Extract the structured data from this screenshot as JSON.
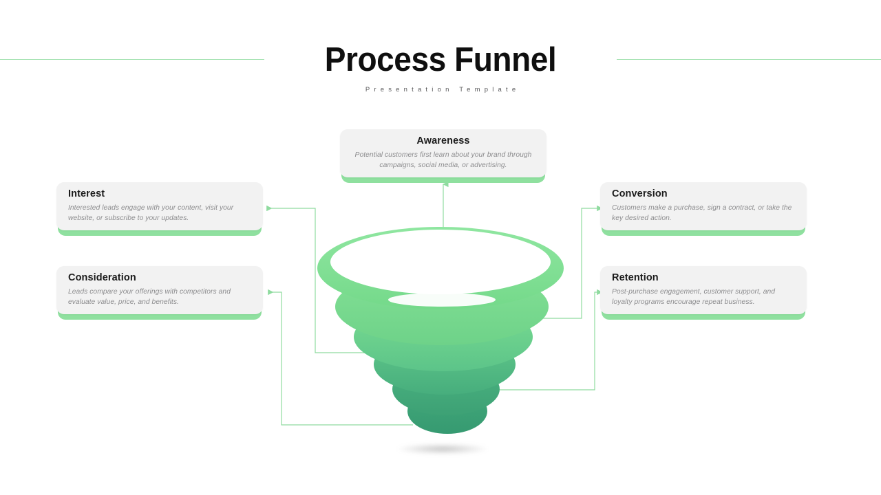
{
  "header": {
    "title": "Process Funnel",
    "subtitle": "Presentation Template",
    "rule_color": "#a6e3b3"
  },
  "theme": {
    "card_background": "#f2f2f2",
    "card_accent": "#8fe09f",
    "title_color": "#0f0f0f",
    "body_text_color": "#8c8c8e",
    "connector_color": "#8fdb9f",
    "funnel_top_color": "#7ede8e",
    "funnel_bottom_color": "#3a9e77"
  },
  "stages": [
    {
      "id": "awareness",
      "title": "Awareness",
      "description": "Potential customers first learn about your brand through campaigns, social media, or advertising.",
      "position": "top",
      "align": "center"
    },
    {
      "id": "interest",
      "title": "Interest",
      "description": "Interested leads engage with your content, visit your website, or subscribe to your updates.",
      "position": "left-upper",
      "align": "left"
    },
    {
      "id": "consideration",
      "title": "Consideration",
      "description": "Leads compare your offerings with competitors and evaluate value, price, and benefits.",
      "position": "left-lower",
      "align": "left"
    },
    {
      "id": "conversion",
      "title": "Conversion",
      "description": "Customers make a purchase, sign a contract, or take the key desired action.",
      "position": "right-upper",
      "align": "left"
    },
    {
      "id": "retention",
      "title": "Retention",
      "description": "Post-purchase engagement, customer support, and loyalty programs encourage repeat business.",
      "position": "right-lower",
      "align": "left"
    }
  ],
  "diagram": {
    "type": "funnel",
    "shape": "spiral-stacked-rings",
    "ring_count": 6,
    "connector_count": 5,
    "arrow_directions": [
      "up",
      "left",
      "left",
      "right",
      "right"
    ]
  }
}
